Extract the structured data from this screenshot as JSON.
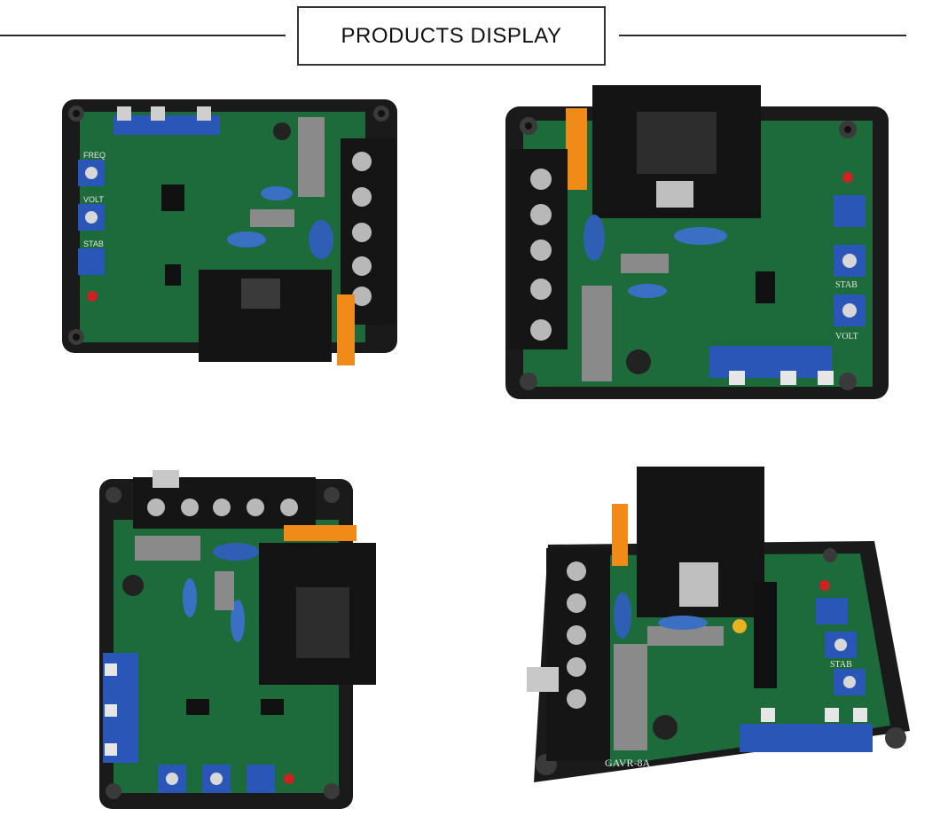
{
  "header": {
    "title": "PRODUCTS DISPLAY"
  },
  "photos": [
    {
      "labels": [
        "FREQ",
        "VOLT",
        "STAB"
      ]
    },
    {
      "labels": [
        "STAB",
        "VOLT"
      ]
    },
    {
      "labels": []
    },
    {
      "labels": [
        "STAB",
        "GAVR-8A"
      ]
    }
  ],
  "colors": {
    "board": "#1d6a3a",
    "housing": "#1a1a1a",
    "trimmer": "#2a56b8",
    "fuse": "#f08a18"
  }
}
